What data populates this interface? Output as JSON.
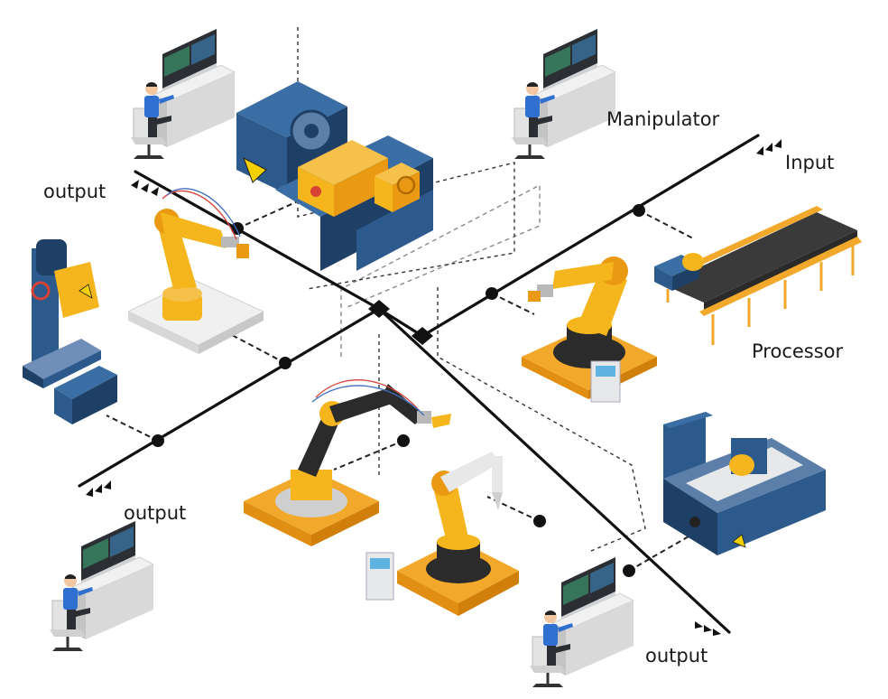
{
  "labels": {
    "manipulator": "Manipulator",
    "input": "Input",
    "processor": "Processor",
    "output_top_left": "output",
    "output_mid_left": "output",
    "output_bottom_right": "output"
  },
  "colors": {
    "line": "#111111",
    "dash": "#222222",
    "dash_gray": "#8a8a8a",
    "robot_yellow": "#f4b51d",
    "robot_orange": "#e99a12",
    "machine_blue": "#2d5a8c",
    "machine_blue_dark": "#1e3f66",
    "belt_dark": "#3a3a3a",
    "platform_orange": "#f2a82a",
    "platform_gray": "#e8e8e8",
    "operator_shirt": "#2f6fcf",
    "screen_dark": "#2b2f33"
  },
  "icons": {
    "arrow": "triple-chevron-arrow-icon",
    "node": "junction-node-icon"
  }
}
